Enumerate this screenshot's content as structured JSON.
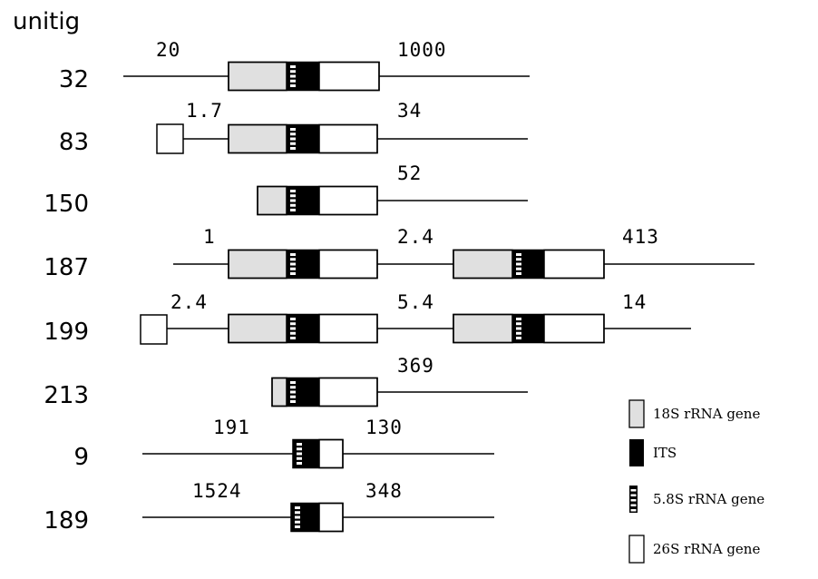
{
  "header": {
    "title": "unitig"
  },
  "colors": {
    "rrna_18s": "#e0e0e0",
    "its": "#000000",
    "rrna_26s": "#ffffff",
    "line": "#000000"
  },
  "rows": [
    {
      "unitig": "32",
      "labels": [
        "20",
        "1000"
      ]
    },
    {
      "unitig": "83",
      "labels": [
        "1.7",
        "34"
      ]
    },
    {
      "unitig": "150",
      "labels": [
        "52"
      ]
    },
    {
      "unitig": "187",
      "labels": [
        "1",
        "2.4",
        "413"
      ]
    },
    {
      "unitig": "199",
      "labels": [
        "2.4",
        "5.4",
        "14"
      ]
    },
    {
      "unitig": "213",
      "labels": [
        "369"
      ]
    },
    {
      "unitig": "9",
      "labels": [
        "191",
        "130"
      ]
    },
    {
      "unitig": "189",
      "labels": [
        "1524",
        "348"
      ]
    }
  ],
  "legend": [
    {
      "key": "rrna_18s",
      "label": "18S rRNA gene"
    },
    {
      "key": "its",
      "label": "ITS"
    },
    {
      "key": "rrna_58s",
      "label": "5.8S rRNA gene"
    },
    {
      "key": "rrna_26s",
      "label": "26S rRNA gene"
    }
  ]
}
